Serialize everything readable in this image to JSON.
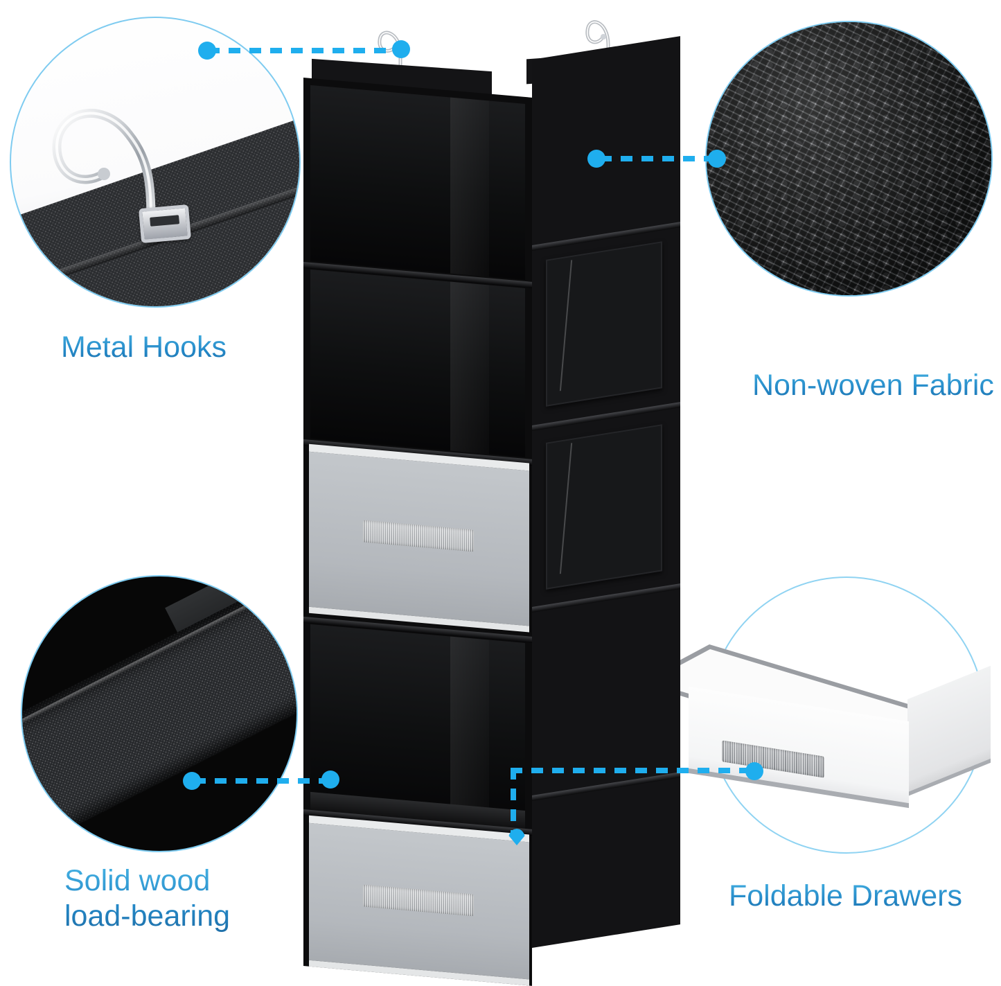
{
  "page": {
    "type": "product-feature-infographic",
    "background_color": "#ffffff",
    "accent_color": "#1FAEEE",
    "label_color": "#2387c6",
    "circle_border_color": "#7ecbf0"
  },
  "features": [
    {
      "id": "metal-hooks",
      "label": "Metal Hooks",
      "position": "top-left",
      "callout_target": "hanger hook on organizer top"
    },
    {
      "id": "non-woven-fabric",
      "label": "Non-woven Fabric",
      "position": "top-right",
      "callout_target": "right side panel of organizer"
    },
    {
      "id": "solid-wood-load-bearing",
      "label": "Solid wood\nload-bearing",
      "label_line1": "Solid wood",
      "label_line2": "load-bearing",
      "position": "bottom-left",
      "callout_target": "shelf board of organizer"
    },
    {
      "id": "foldable-drawers",
      "label": "Foldable Drawers",
      "position": "bottom-right",
      "callout_target": "gray pull-out drawer of organizer"
    }
  ],
  "product": {
    "name": "hanging closet organizer",
    "hooks": 2,
    "shelves": 5,
    "drawers": 2,
    "side_pockets": 2,
    "fabric_color": "#0c0c0d",
    "drawer_color": "#b4b8bd"
  }
}
